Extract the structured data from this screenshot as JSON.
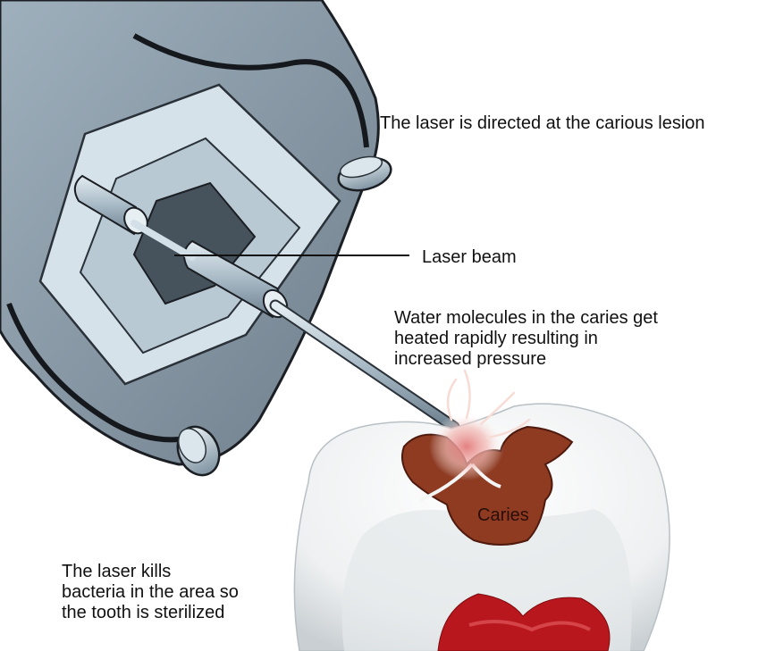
{
  "labels": {
    "directed": "The laser is directed at the carious lesion",
    "beam": "Laser beam",
    "water": "Water molecules in the caries get\nheated rapidly resulting in\nincreased pressure",
    "kills": "The laser kills\nbacteria in the area so\nthe tooth is sterilized",
    "caries": "Caries"
  },
  "colors": {
    "handpiece_body": "#8a99a6",
    "handpiece_outline": "#1b1f24",
    "inner_frame": "#d6e2ea",
    "rod": "#b7c7d2",
    "tooth": "#f4f5f5",
    "caries": "#8e3b22",
    "pulp": "#c0181e",
    "glow": "#f1b5b2"
  }
}
